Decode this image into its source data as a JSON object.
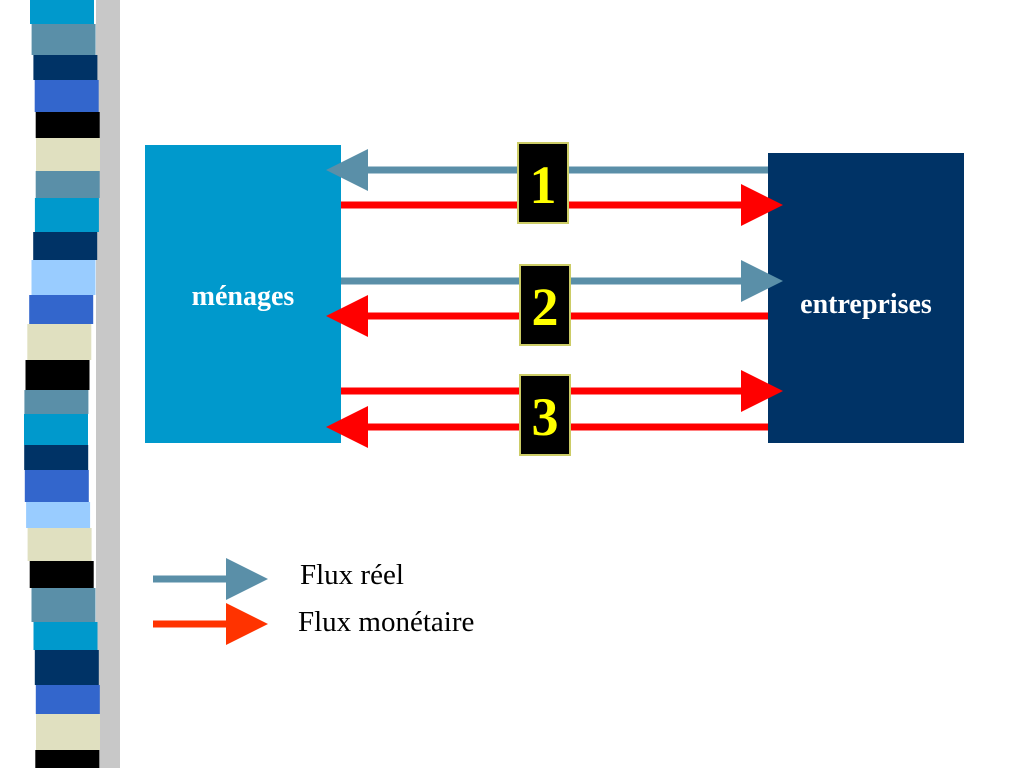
{
  "diagram": {
    "left_box": {
      "label": "ménages",
      "color": "#0099cc"
    },
    "right_box": {
      "label": "entreprises",
      "color": "#003366"
    },
    "badges": [
      "1",
      "2",
      "3"
    ],
    "badge_colors": {
      "fill": "#000000",
      "border": "#cccc66",
      "text": "#ffff00"
    },
    "arrows": [
      {
        "pair": 1,
        "type": "reel",
        "direction": "to-menages"
      },
      {
        "pair": 1,
        "type": "monetaire",
        "direction": "to-entreprises"
      },
      {
        "pair": 2,
        "type": "reel",
        "direction": "to-entreprises"
      },
      {
        "pair": 2,
        "type": "monetaire",
        "direction": "to-menages"
      },
      {
        "pair": 3,
        "type": "monetaire",
        "direction": "to-entreprises"
      },
      {
        "pair": 3,
        "type": "monetaire",
        "direction": "to-menages"
      }
    ],
    "colors": {
      "reel": "#5a8fa8",
      "monetaire": "#ff0000",
      "legend_monetaire": "#ff3300"
    }
  },
  "legend": {
    "reel_label": "Flux réel",
    "monetaire_label": "Flux monétaire"
  },
  "decor": {
    "stripe_colors": [
      "#0099cc",
      "#5a8fa8",
      "#003366",
      "#3366cc",
      "#000000",
      "#e0e0c0",
      "#99ccff"
    ]
  }
}
